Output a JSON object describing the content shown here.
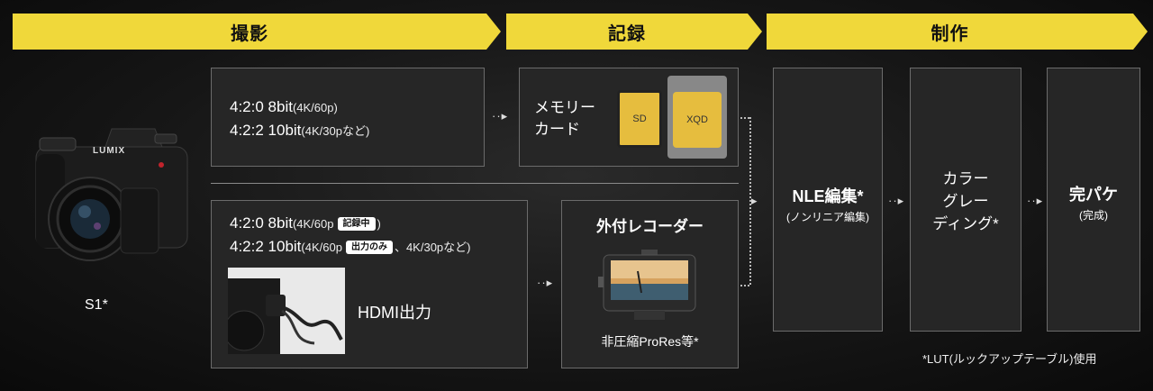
{
  "stages": {
    "shoot": "撮影",
    "record": "記録",
    "produce": "制作"
  },
  "camera": {
    "label": "S1*",
    "brand": "LUMIX",
    "model_mark": "S1"
  },
  "internal": {
    "line1_main": "4:2:0 8bit",
    "line1_sub": "(4K/60p)",
    "line2_main": "4:2:2 10bit",
    "line2_sub": "(4K/30pなど)"
  },
  "memory_card": {
    "label_line1": "メモリー",
    "label_line2": "カード",
    "sd": "SD",
    "xqd": "XQD"
  },
  "external": {
    "line1_main": "4:2:0 8bit",
    "line1_sub_a": "(4K/60p",
    "line1_tag": "記録中",
    "line1_sub_b": ")",
    "line2_main": "4:2:2 10bit",
    "line2_sub_a": "(4K/60p",
    "line2_tag": "出力のみ",
    "line2_sub_b": "、4K/30pなど)",
    "hdmi_label": "HDMI出力"
  },
  "recorder": {
    "title": "外付レコーダー",
    "caption": "非圧縮ProRes等*"
  },
  "production": {
    "nle_title": "NLE編集*",
    "nle_sub": "(ノンリニア編集)",
    "grading_line1": "カラー",
    "grading_line2": "グレー",
    "grading_line3": "ディング*",
    "final_title": "完パケ",
    "final_sub": "(完成)"
  },
  "footnote": "*LUT(ルックアップテーブル)使用",
  "colors": {
    "stage_yellow": "#f0d83a",
    "card_yellow": "#e6bd3e",
    "box_border": "#6b6b6b"
  }
}
